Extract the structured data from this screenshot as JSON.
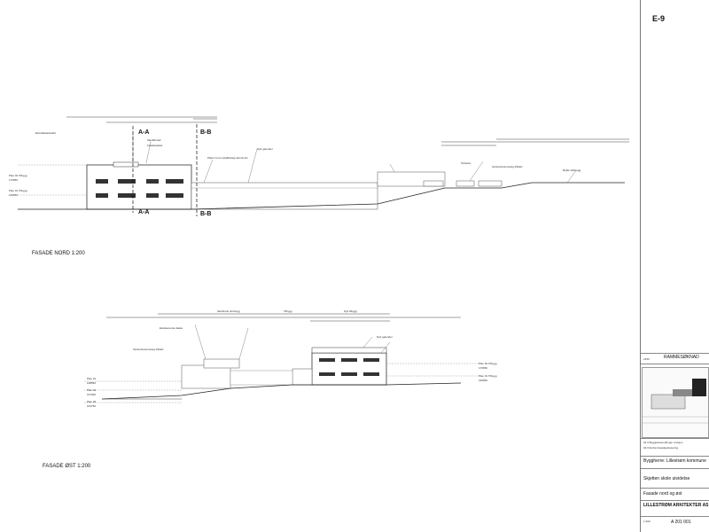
{
  "sheet_code": "E-9",
  "facade_north": {
    "caption": "FASADE NORD 1:200",
    "section_marks": [
      "A-A",
      "B-B",
      "A-A",
      "B-B"
    ],
    "level_labels": [
      "Plan 02 Tilbygg",
      "Plan 01 Tilbygg"
    ],
    "level_values": [
      "170650",
      "166650"
    ],
    "notes": [
      "Ekstrafasadeskilt",
      "Skjoldbrusk",
      "Fasadeplater",
      "Plater med metallbelagt aluminium",
      "Nytt gelender",
      "Tetteuks",
      "Sørsenhetsmessig frådørt",
      "Øykle skiltvegg"
    ]
  },
  "facade_east": {
    "caption": "FASADE ØST 1:200",
    "level_labels": [
      "Plan 02 Tilbygg",
      "Plan 01 Tilbygg",
      "Plan 01",
      "Plan 02",
      "Plan 00"
    ],
    "level_values": [
      "170650",
      "166650",
      "168550",
      "167300",
      "163750"
    ],
    "notes": [
      "Skolbrusk dunbugg",
      "Tilbygg",
      "Nytt tilbygg",
      "Eksisterende dekke",
      "Nytt gelender",
      "Sørsenhetsmessig frådørt"
    ]
  },
  "title_block": {
    "project_number": "2339",
    "stage": "RAMMESØKNAD",
    "builder_label": "Byggherre: Lillestrøm kommune",
    "project_name": "Skjetten skole utvidelse",
    "drawing_title": "Fasade nord og øst",
    "office_name": "LILLESTRØM ARKITEKTER AS",
    "drawing_number": "A 201 001",
    "scale": "1:200",
    "revision_note_1": "01.3 Byggelsesendringer revisjon",
    "revision_note_2": "02.3 Endret fasadeplassering"
  }
}
